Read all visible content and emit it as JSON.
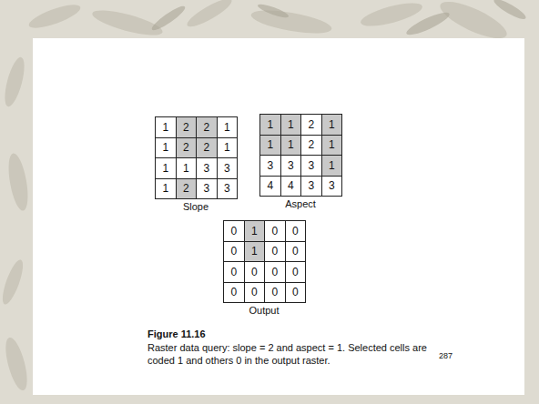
{
  "diagram": {
    "title": "Figure 11.16",
    "caption": "Raster data query: slope = 2 and aspect = 1. Selected cells are coded 1 and others 0 in the output raster.",
    "labels": [
      "1",
      "2",
      "2",
      "1",
      "1",
      "2",
      "2",
      "1",
      "1",
      "1",
      "3",
      "3",
      "1",
      "2",
      "3",
      "3",
      "Slope",
      "1",
      "1",
      "2",
      "1",
      "1",
      "1",
      "2",
      "1",
      "3",
      "3",
      "3",
      "1",
      "4",
      "4",
      "3",
      "3",
      "Aspect",
      "0",
      "1",
      "0",
      "0",
      "0",
      "1",
      "0",
      "0",
      "0",
      "0",
      "0",
      "0",
      "0",
      "0",
      "0",
      "0",
      "Output",
      "287"
    ]
  }
}
